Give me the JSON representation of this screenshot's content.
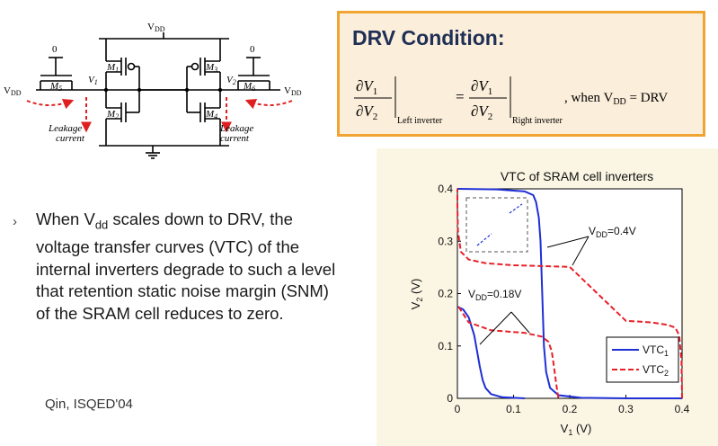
{
  "circuit": {
    "vdd_top": "V",
    "vdd_top_sub": "DD",
    "gate_left": "0",
    "gate_right": "0",
    "vdd_left": "V",
    "vdd_left_sub": "DD",
    "vdd_right": "V",
    "vdd_right_sub": "DD",
    "m5": "M",
    "m5_sub": "5",
    "m6": "M",
    "m6_sub": "6",
    "m1": "M",
    "m1_sub": "1",
    "m2": "M",
    "m2_sub": "2",
    "m3": "M",
    "m3_sub": "3",
    "m4": "M",
    "m4_sub": "4",
    "v1": "V",
    "v1_sub": "1",
    "v2": "V",
    "v2_sub": "2",
    "leak_left_1": "Leakage",
    "leak_left_2": "current",
    "leak_right_1": "Leakage",
    "leak_right_2": "current"
  },
  "drv": {
    "title": "DRV Condition:",
    "partial": "∂",
    "v": "V",
    "sub1": "1",
    "sub2": "2",
    "eq": "=",
    "left_label": "Left inverter",
    "right_label": "Right inverter",
    "condition": ", when V",
    "condition_sub": "DD",
    "condition_end": " = DRV"
  },
  "text": {
    "bullet": "›",
    "line_a": "When V",
    "line_sub": "dd",
    "line_b": " scales down to DRV, the voltage transfer curves (VTC) of the internal inverters degrade to such a level that retention static noise margin (SNM) of the SRAM cell reduces to zero.",
    "citation": "Qin, ISQED'04"
  },
  "chart_data": {
    "type": "line",
    "title": "VTC of SRAM cell inverters",
    "xlabel": "V",
    "xlabel_sub": "1",
    "xlabel_unit": " (V)",
    "ylabel": "V",
    "ylabel_sub": "2",
    "ylabel_unit": " (V)",
    "xlim": [
      0,
      0.4
    ],
    "ylim": [
      0,
      0.4
    ],
    "xticks": [
      "0",
      "0.1",
      "0.2",
      "0.3",
      "0.4"
    ],
    "yticks": [
      "0",
      "0.1",
      "0.2",
      "0.3",
      "0.4"
    ],
    "grid": false,
    "legend_position": "bottom-right",
    "legend": [
      {
        "label": "VTC",
        "sub": "1",
        "color": "#1f2fd6",
        "dash": "solid"
      },
      {
        "label": "VTC",
        "sub": "2",
        "color": "#e8202a",
        "dash": "dashed"
      }
    ],
    "annotations": [
      {
        "text": "V",
        "sub": "DD",
        "tail": "=0.4V"
      },
      {
        "text": "V",
        "sub": "DD",
        "tail": "=0.18V"
      }
    ],
    "series": [
      {
        "name": "VTC1 @ VDD=0.4V",
        "color": "#1f2fd6",
        "dash": "solid",
        "x": [
          0,
          0.07,
          0.12,
          0.135,
          0.14,
          0.145,
          0.148,
          0.151,
          0.154,
          0.158,
          0.165,
          0.18,
          0.22,
          0.3,
          0.4
        ],
        "y": [
          0.4,
          0.399,
          0.395,
          0.388,
          0.375,
          0.345,
          0.3,
          0.2,
          0.1,
          0.05,
          0.02,
          0.006,
          0.001,
          0,
          0
        ]
      },
      {
        "name": "VTC2 @ VDD=0.4V",
        "color": "#e8202a",
        "dash": "dashed",
        "x": [
          0.4,
          0.399,
          0.395,
          0.388,
          0.375,
          0.345,
          0.3,
          0.2,
          0.1,
          0.05,
          0.02,
          0.006,
          0.001,
          0,
          0
        ],
        "y": [
          0,
          0.07,
          0.12,
          0.135,
          0.14,
          0.145,
          0.148,
          0.251,
          0.254,
          0.258,
          0.265,
          0.28,
          0.32,
          0.37,
          0.4
        ]
      },
      {
        "name": "VTC1 @ VDD=0.18V",
        "color": "#1f2fd6",
        "dash": "solid",
        "x": [
          0,
          0.01,
          0.02,
          0.03,
          0.035,
          0.04,
          0.045,
          0.05,
          0.06,
          0.08,
          0.1,
          0.12
        ],
        "y": [
          0.175,
          0.17,
          0.155,
          0.12,
          0.09,
          0.06,
          0.035,
          0.02,
          0.008,
          0.002,
          0.001,
          0
        ]
      },
      {
        "name": "VTC2 @ VDD=0.18V",
        "color": "#e8202a",
        "dash": "dashed",
        "x": [
          0.002,
          0.008,
          0.02,
          0.06,
          0.12,
          0.15,
          0.162,
          0.168,
          0.172,
          0.175,
          0.178,
          0.18
        ],
        "y": [
          0.175,
          0.165,
          0.145,
          0.13,
          0.125,
          0.118,
          0.108,
          0.09,
          0.06,
          0.035,
          0.012,
          0
        ]
      }
    ]
  }
}
